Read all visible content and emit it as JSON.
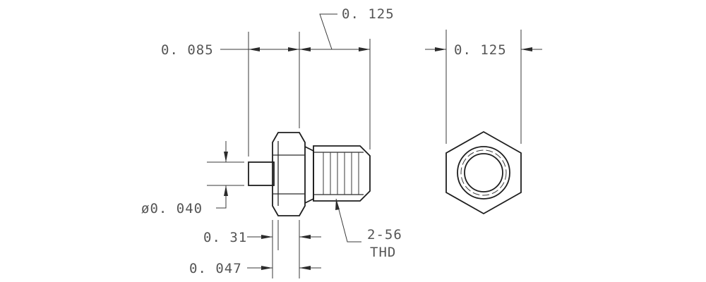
{
  "drawing": {
    "dim_top_width": "0. 125",
    "dim_head_width": "0. 085",
    "dim_hex_flats": "0. 125",
    "dim_pin_diameter": "ø0. 040",
    "dim_flange": "0. 31",
    "dim_shoulder": "0. 047",
    "thread_spec_line1": "2-56",
    "thread_spec_line2": "THD"
  }
}
